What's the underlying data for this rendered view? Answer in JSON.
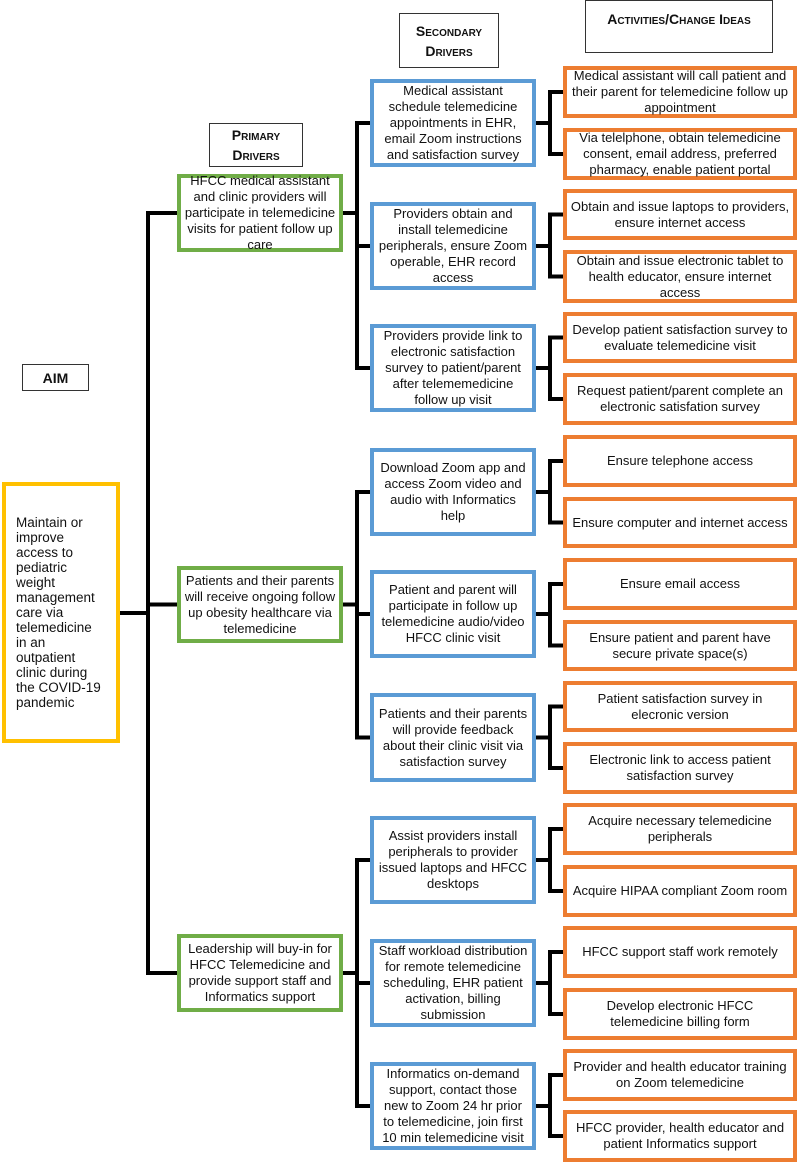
{
  "headers": {
    "aim": "AIM",
    "primary": "Primary Drivers",
    "secondary": "Secondary Drivers",
    "activities": "Activities/Change Ideas"
  },
  "aim": "Maintain or improve access to pediatric weight management care via telemedicine in an outpatient clinic during the COVID-19 pandemic",
  "primary": [
    "HFCC medical assistant and clinic providers will participate in telemedicine visits for patient follow up care",
    "Patients and their parents will receive ongoing follow up obesity healthcare via telemedicine",
    "Leadership will buy-in for HFCC Telemedicine and provide support staff and Informatics support"
  ],
  "secondary": [
    "Medical assistant schedule telemedicine appointments in EHR, email Zoom instructions and satisfaction survey",
    "Providers obtain and install telemedicine peripherals, ensure Zoom operable, EHR record access",
    "Providers provide link to electronic satisfaction survey to patient/parent after telememedicine follow up visit",
    "Download Zoom app and access Zoom video and audio with Informatics help",
    "Patient and parent will participate in follow up telemedicine audio/video HFCC clinic visit",
    "Patients and their parents will provide feedback about their clinic visit via satisfaction survey",
    "Assist providers install peripherals to provider issued laptops and HFCC desktops",
    "Staff workload distribution for remote telemedicine scheduling, EHR patient activation, billing submission",
    "Informatics on-demand support, contact those new to Zoom 24 hr prior to telemedicine, join first 10 min telemedicine visit"
  ],
  "activities": [
    "Medical assistant will call patient and their parent for telemedicine follow up appointment",
    "Via telelphone, obtain telemedicine consent, email address, preferred pharmacy, enable patient portal",
    "Obtain and issue laptops to providers, ensure internet access",
    "Obtain and issue electronic tablet to health educator, ensure internet access",
    "Develop patient satisfaction survey to evaluate telemedicine visit",
    "Request patient/parent complete an electronic satisfation survey",
    "Ensure telephone access",
    "Ensure computer and internet access",
    "Ensure email access",
    "Ensure patient and parent have secure private space(s)",
    "Patient satisfaction survey in elecronic version",
    "Electronic link to access patient satisfaction survey",
    "Acquire necessary telemedicine peripherals",
    "Acquire HIPAA compliant Zoom room",
    "HFCC support staff work remotely",
    "Develop electronic HFCC telemedicine billing form",
    "Provider and health educator training on Zoom telemedicine",
    "HFCC provider, health educator and patient Informatics support"
  ],
  "colors": {
    "aim": "#FFC000",
    "primary": "#70AD47",
    "secondary": "#5B9BD5",
    "activity": "#ED7D31"
  }
}
